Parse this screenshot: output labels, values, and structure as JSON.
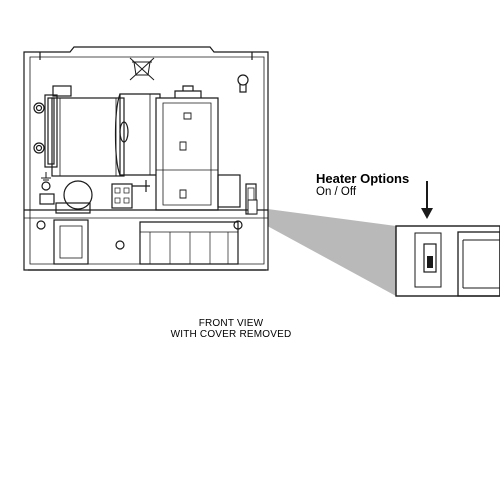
{
  "callout": {
    "title": "Heater Options",
    "subtitle": "On / Off"
  },
  "caption": {
    "line1": "FRONT VIEW",
    "line2": "WITH COVER REMOVED"
  },
  "colors": {
    "line": "#1a1a1a",
    "zoom_cone": "#b9b9b9",
    "background": "#ffffff"
  },
  "icons": [
    "recycle-bin-crossed-icon",
    "ground-icon",
    "arrow-down-icon",
    "switch-icon"
  ]
}
